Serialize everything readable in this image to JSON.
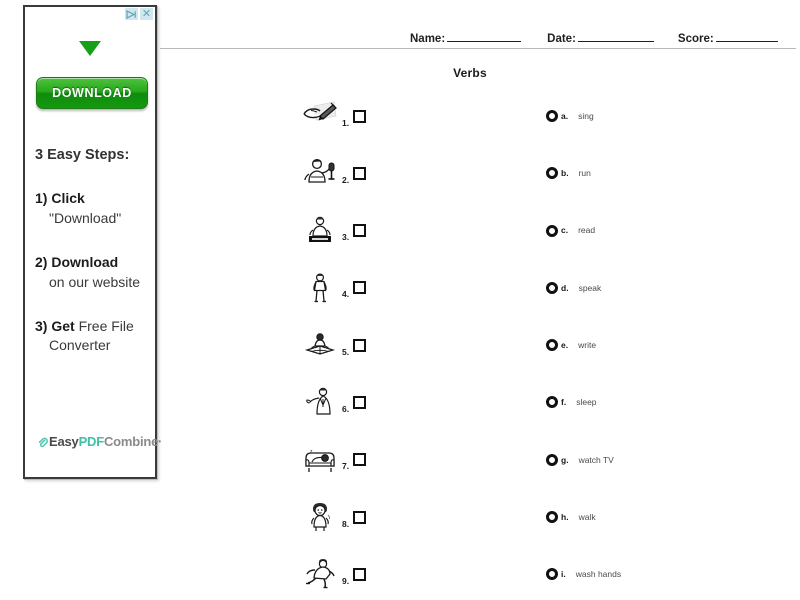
{
  "ad": {
    "adchoices_icon": "adchoices-triangle-icon",
    "close_icon": "close-icon",
    "arrow_icon": "green-down-arrow-icon",
    "download_label": "DOWNLOAD",
    "heading": "3 Easy Steps:",
    "steps": [
      {
        "num": "1)",
        "bold": "Click",
        "rest": "",
        "line2": "\"Download\""
      },
      {
        "num": "2)",
        "bold": "Download",
        "rest": "",
        "line2": "on our website"
      },
      {
        "num": "3)",
        "bold": "Get",
        "rest": " Free File",
        "line2": "Converter"
      }
    ],
    "logo": {
      "mark_icon": "paperclip-icon",
      "part1": "Easy",
      "part2": "PDF",
      "part3": "Combine",
      "tm": "•"
    }
  },
  "worksheet": {
    "header": {
      "name_label": "Name:",
      "date_label": "Date:",
      "score_label": "Score:"
    },
    "title": "Verbs",
    "left_items": [
      {
        "num": "1.",
        "icon": "hand-writing-icon",
        "checkbox": "checkbox-1"
      },
      {
        "num": "2.",
        "icon": "person-singing-microphone-icon",
        "checkbox": "checkbox-2"
      },
      {
        "num": "3.",
        "icon": "person-speaking-podium-icon",
        "checkbox": "checkbox-3"
      },
      {
        "num": "4.",
        "icon": "person-walking-icon",
        "checkbox": "checkbox-4"
      },
      {
        "num": "5.",
        "icon": "person-reading-desk-icon",
        "checkbox": "checkbox-5"
      },
      {
        "num": "6.",
        "icon": "person-speaking-gesture-icon",
        "checkbox": "checkbox-6"
      },
      {
        "num": "7.",
        "icon": "person-sleeping-couch-icon",
        "checkbox": "checkbox-7"
      },
      {
        "num": "8.",
        "icon": "child-washing-hands-icon",
        "checkbox": "checkbox-8"
      },
      {
        "num": "9.",
        "icon": "person-running-icon",
        "checkbox": "checkbox-9"
      }
    ],
    "right_items": [
      {
        "letter": "a.",
        "word": "sing"
      },
      {
        "letter": "b.",
        "word": "run"
      },
      {
        "letter": "c.",
        "word": "read"
      },
      {
        "letter": "d.",
        "word": "speak"
      },
      {
        "letter": "e.",
        "word": "write"
      },
      {
        "letter": "f.",
        "word": "sleep"
      },
      {
        "letter": "g.",
        "word": "watch TV"
      },
      {
        "letter": "h.",
        "word": "walk"
      },
      {
        "letter": "i.",
        "word": "wash hands"
      }
    ]
  },
  "colors": {
    "download_green": "#1d9a12",
    "logo_teal": "#3fbfa6",
    "ink": "#111111"
  }
}
